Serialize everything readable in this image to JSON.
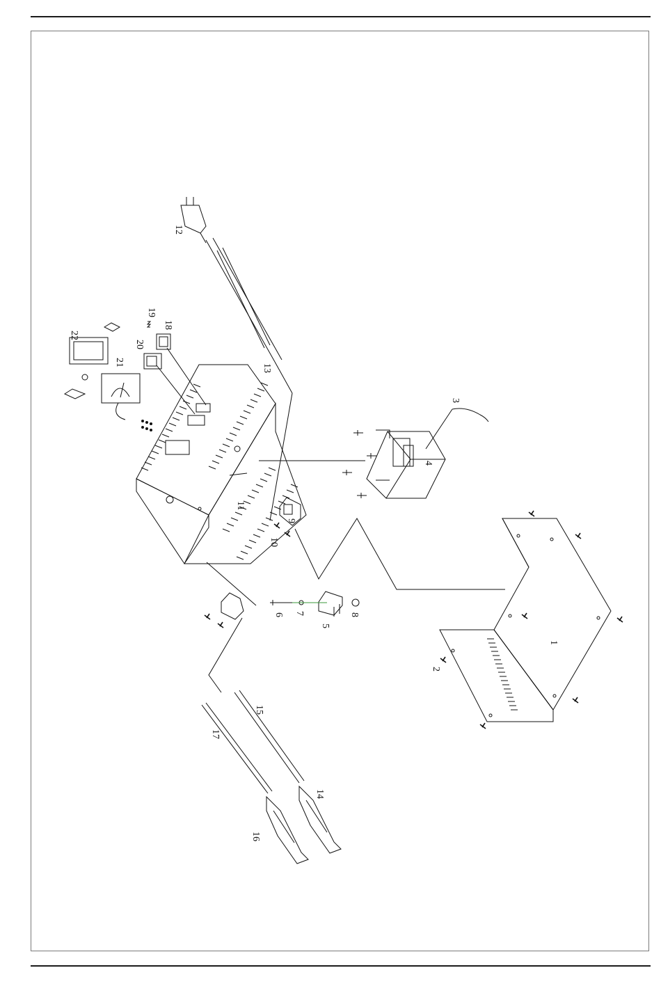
{
  "callouts": [
    {
      "id": "1",
      "label": "1"
    },
    {
      "id": "2",
      "label": "2"
    },
    {
      "id": "3",
      "label": "3"
    },
    {
      "id": "4",
      "label": "4"
    },
    {
      "id": "5",
      "label": "5"
    },
    {
      "id": "6",
      "label": "6"
    },
    {
      "id": "7",
      "label": "7"
    },
    {
      "id": "8",
      "label": "8"
    },
    {
      "id": "9",
      "label": "9"
    },
    {
      "id": "10",
      "label": "10"
    },
    {
      "id": "11",
      "label": "11"
    },
    {
      "id": "12",
      "label": "12"
    },
    {
      "id": "13",
      "label": "13"
    },
    {
      "id": "14",
      "label": "14"
    },
    {
      "id": "15",
      "label": "15"
    },
    {
      "id": "16",
      "label": "16"
    },
    {
      "id": "17",
      "label": "17"
    },
    {
      "id": "18",
      "label": "18"
    },
    {
      "id": "19",
      "label": "19"
    },
    {
      "id": "20",
      "label": "20"
    },
    {
      "id": "21",
      "label": "21"
    },
    {
      "id": "22",
      "label": "22"
    }
  ],
  "colors": {
    "line": "#111111",
    "frame": "#7a7a7a",
    "accent": "#3a9a3a"
  }
}
